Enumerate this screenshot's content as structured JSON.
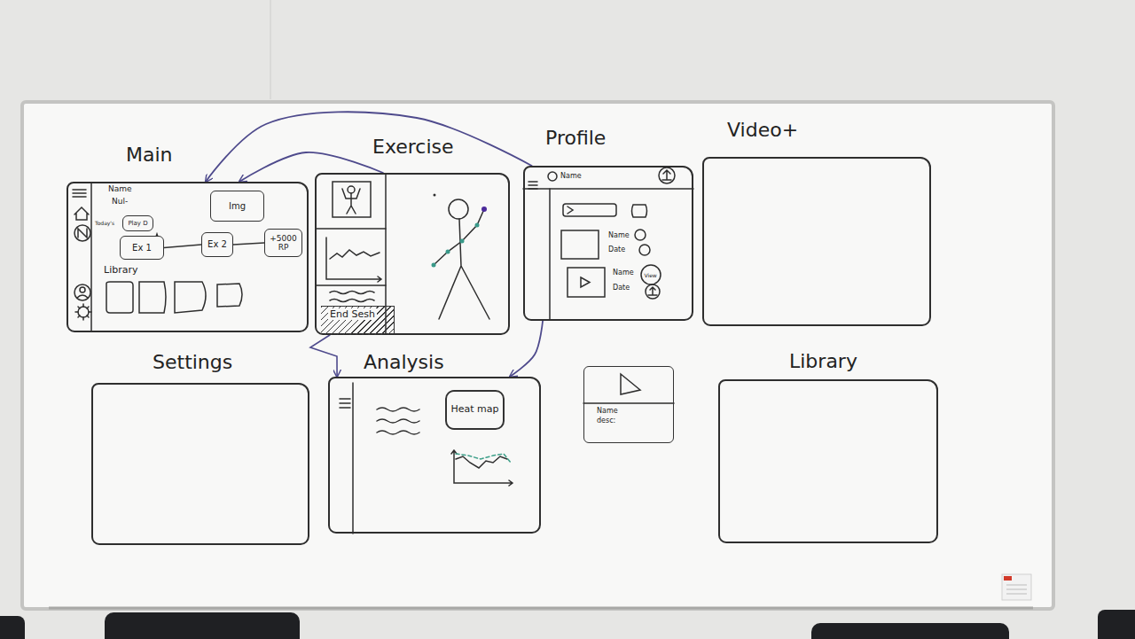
{
  "diagram": {
    "nodes": [
      {
        "text": [
          "Main"
        ]
      },
      {
        "text": [
          "Img"
        ],
        "in": 0
      },
      {
        "text": [
          "Play D"
        ],
        "in": 0
      },
      {
        "text": [
          "Ex 1"
        ],
        "in": 0
      },
      {
        "text": [
          "Ex 2"
        ],
        "in": 0
      },
      {
        "text": [
          "+5000 RP"
        ],
        "in": 0
      },
      {
        "text": [
          "Exercise"
        ]
      },
      {
        "text": [
          "End Sesh"
        ],
        "in": 6
      },
      {
        "text": [
          "Profile"
        ]
      },
      {
        "text": [
          "Video+"
        ]
      },
      {
        "text": [
          "Settings"
        ]
      },
      {
        "text": [
          "Analysis"
        ]
      },
      {
        "text": [
          "Heat map"
        ],
        "in": 11
      },
      {
        "text": [
          "Name",
          "desc:"
        ]
      },
      {
        "text": [
          "Library"
        ]
      }
    ],
    "edges": [
      {
        "from": 6,
        "to": 0,
        "arrow": "to"
      },
      {
        "from": 8,
        "to": 0,
        "arrow": "to"
      },
      {
        "from": 8,
        "to": 11,
        "arrow": "to"
      },
      {
        "from": 6,
        "to": 11,
        "arrow": "to"
      },
      {
        "from": 3,
        "to": 4,
        "arrow": "none"
      },
      {
        "from": 4,
        "to": 5,
        "arrow": "none"
      }
    ],
    "labels": [
      "Name",
      "Nul-",
      "Today's",
      "Library",
      "Name",
      "Name",
      "Date",
      "Name",
      "Date",
      "View"
    ]
  }
}
